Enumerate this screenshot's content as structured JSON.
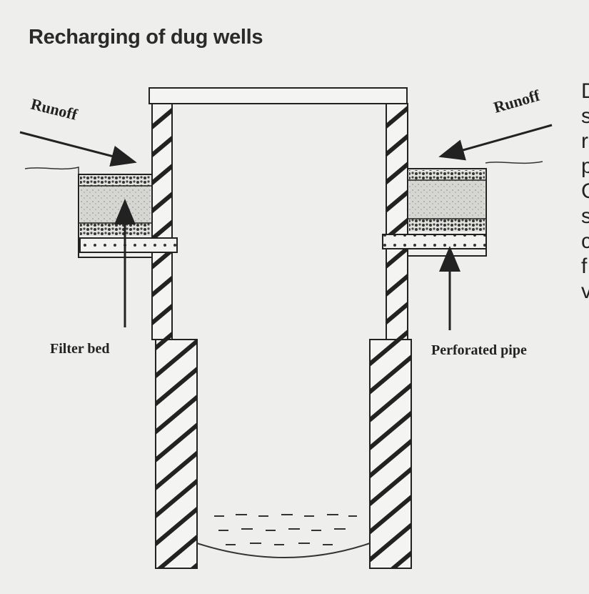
{
  "title": "Recharging of dug wells",
  "labels": {
    "runoff_left": "Runoff",
    "runoff_right": "Runoff",
    "filter_bed": "Filter bed",
    "perforated_pipe": "Perforated pipe"
  },
  "cropped_text_letters": [
    "D",
    "s",
    "r",
    "p",
    "C",
    "s",
    "c",
    "f",
    "v"
  ],
  "colors": {
    "background": "#eeeeec",
    "ink": "#222222",
    "filter_media": "#d4d4d0"
  }
}
